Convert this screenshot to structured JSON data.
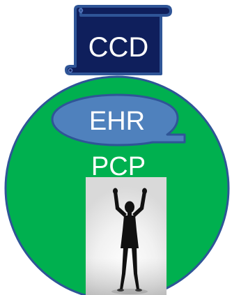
{
  "diagram": {
    "scroll": {
      "label": "CCD"
    },
    "bubble": {
      "label": "EHR"
    },
    "circle": {
      "label": "PCP"
    },
    "figure": {
      "icon": "person-arms-raised-silhouette"
    },
    "colors": {
      "circle_fill": "#00b04f",
      "circle_stroke": "#2f5597",
      "scroll_fill": "#0f1f5c",
      "scroll_stroke": "#2f5597",
      "bubble_fill": "#4f81bd",
      "bubble_stroke": "#2f5597",
      "text": "#ffffff"
    }
  }
}
